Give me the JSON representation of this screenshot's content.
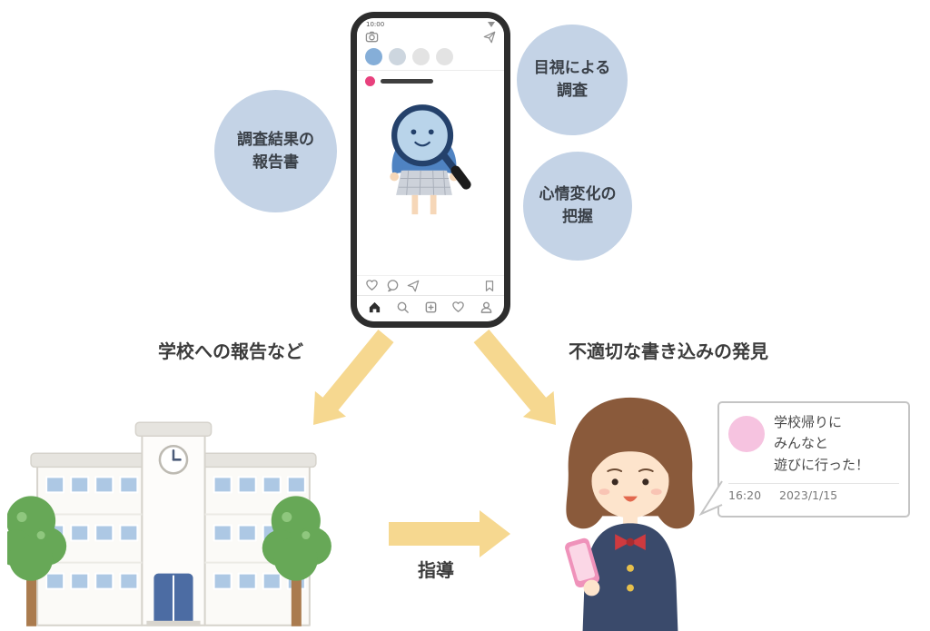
{
  "colors": {
    "concept_circle_bg": "#c4d3e6",
    "arrow_yellow": "#f6d890",
    "speech_avatar_pink": "#f6c3e0",
    "text_dark": "#3c3c3c"
  },
  "phone": {
    "status_time": "10:00",
    "icons": [
      "camera-icon",
      "paper-plane-icon",
      "heart-icon",
      "comment-icon",
      "share-icon",
      "bookmark-icon",
      "home-icon",
      "search-icon",
      "add-post-icon",
      "likes-icon",
      "profile-icon"
    ]
  },
  "concepts": {
    "report": {
      "line1": "調査結果の",
      "line2": "報告書"
    },
    "visual": {
      "line1": "目視による",
      "line2": "調査"
    },
    "emotion": {
      "line1": "心情変化の",
      "line2": "把握"
    }
  },
  "arrows": {
    "school_label": "学校への報告など",
    "discovery_label": "不適切な書き込みの発見",
    "guidance_label": "指導"
  },
  "speech_bubble": {
    "line1": "学校帰りに",
    "line2": "みんなと",
    "line3": "遊びに行った！",
    "time": "16:20",
    "date": "2023/1/15"
  }
}
